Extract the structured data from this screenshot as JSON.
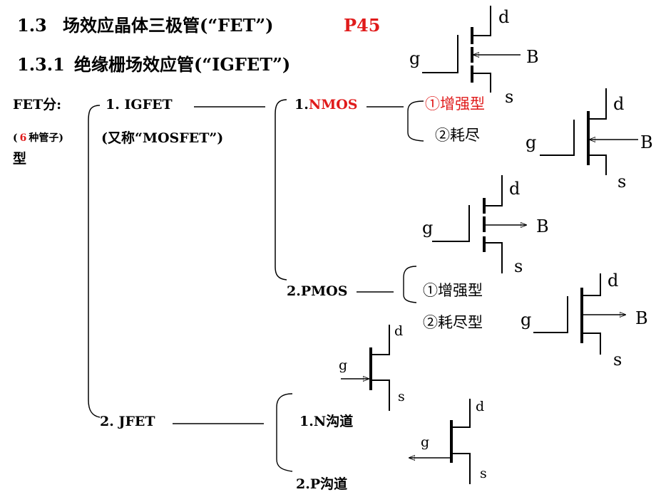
{
  "title": {
    "number": "1.3",
    "text": "场效应晶体三极管(“FET”)",
    "page_ref": "P45"
  },
  "subtitle": {
    "number": "1.3.1",
    "text": "绝缘栅场效应管(“IGFET”)"
  },
  "classification": {
    "root": "FET分:",
    "count_open": "(",
    "count_num": "6",
    "count_text": "种管子)",
    "root_suffix": "型",
    "igfet": {
      "label": "1. IGFET",
      "alias": "(又称“MOSFET”)",
      "nmos": {
        "prefix": "1.",
        "name": "NMOS",
        "enhancement": "①增强型",
        "depletion": "②耗尽"
      },
      "pmos": {
        "label": "2.PMOS",
        "enhancement": "①增强型",
        "depletion": "②耗尽型"
      }
    },
    "jfet": {
      "label": "2. JFET",
      "n_channel": "1.N沟道",
      "p_channel": "2.P沟道"
    }
  },
  "terminals": {
    "drain": "d",
    "gate": "g",
    "source": "s",
    "body": "B"
  }
}
